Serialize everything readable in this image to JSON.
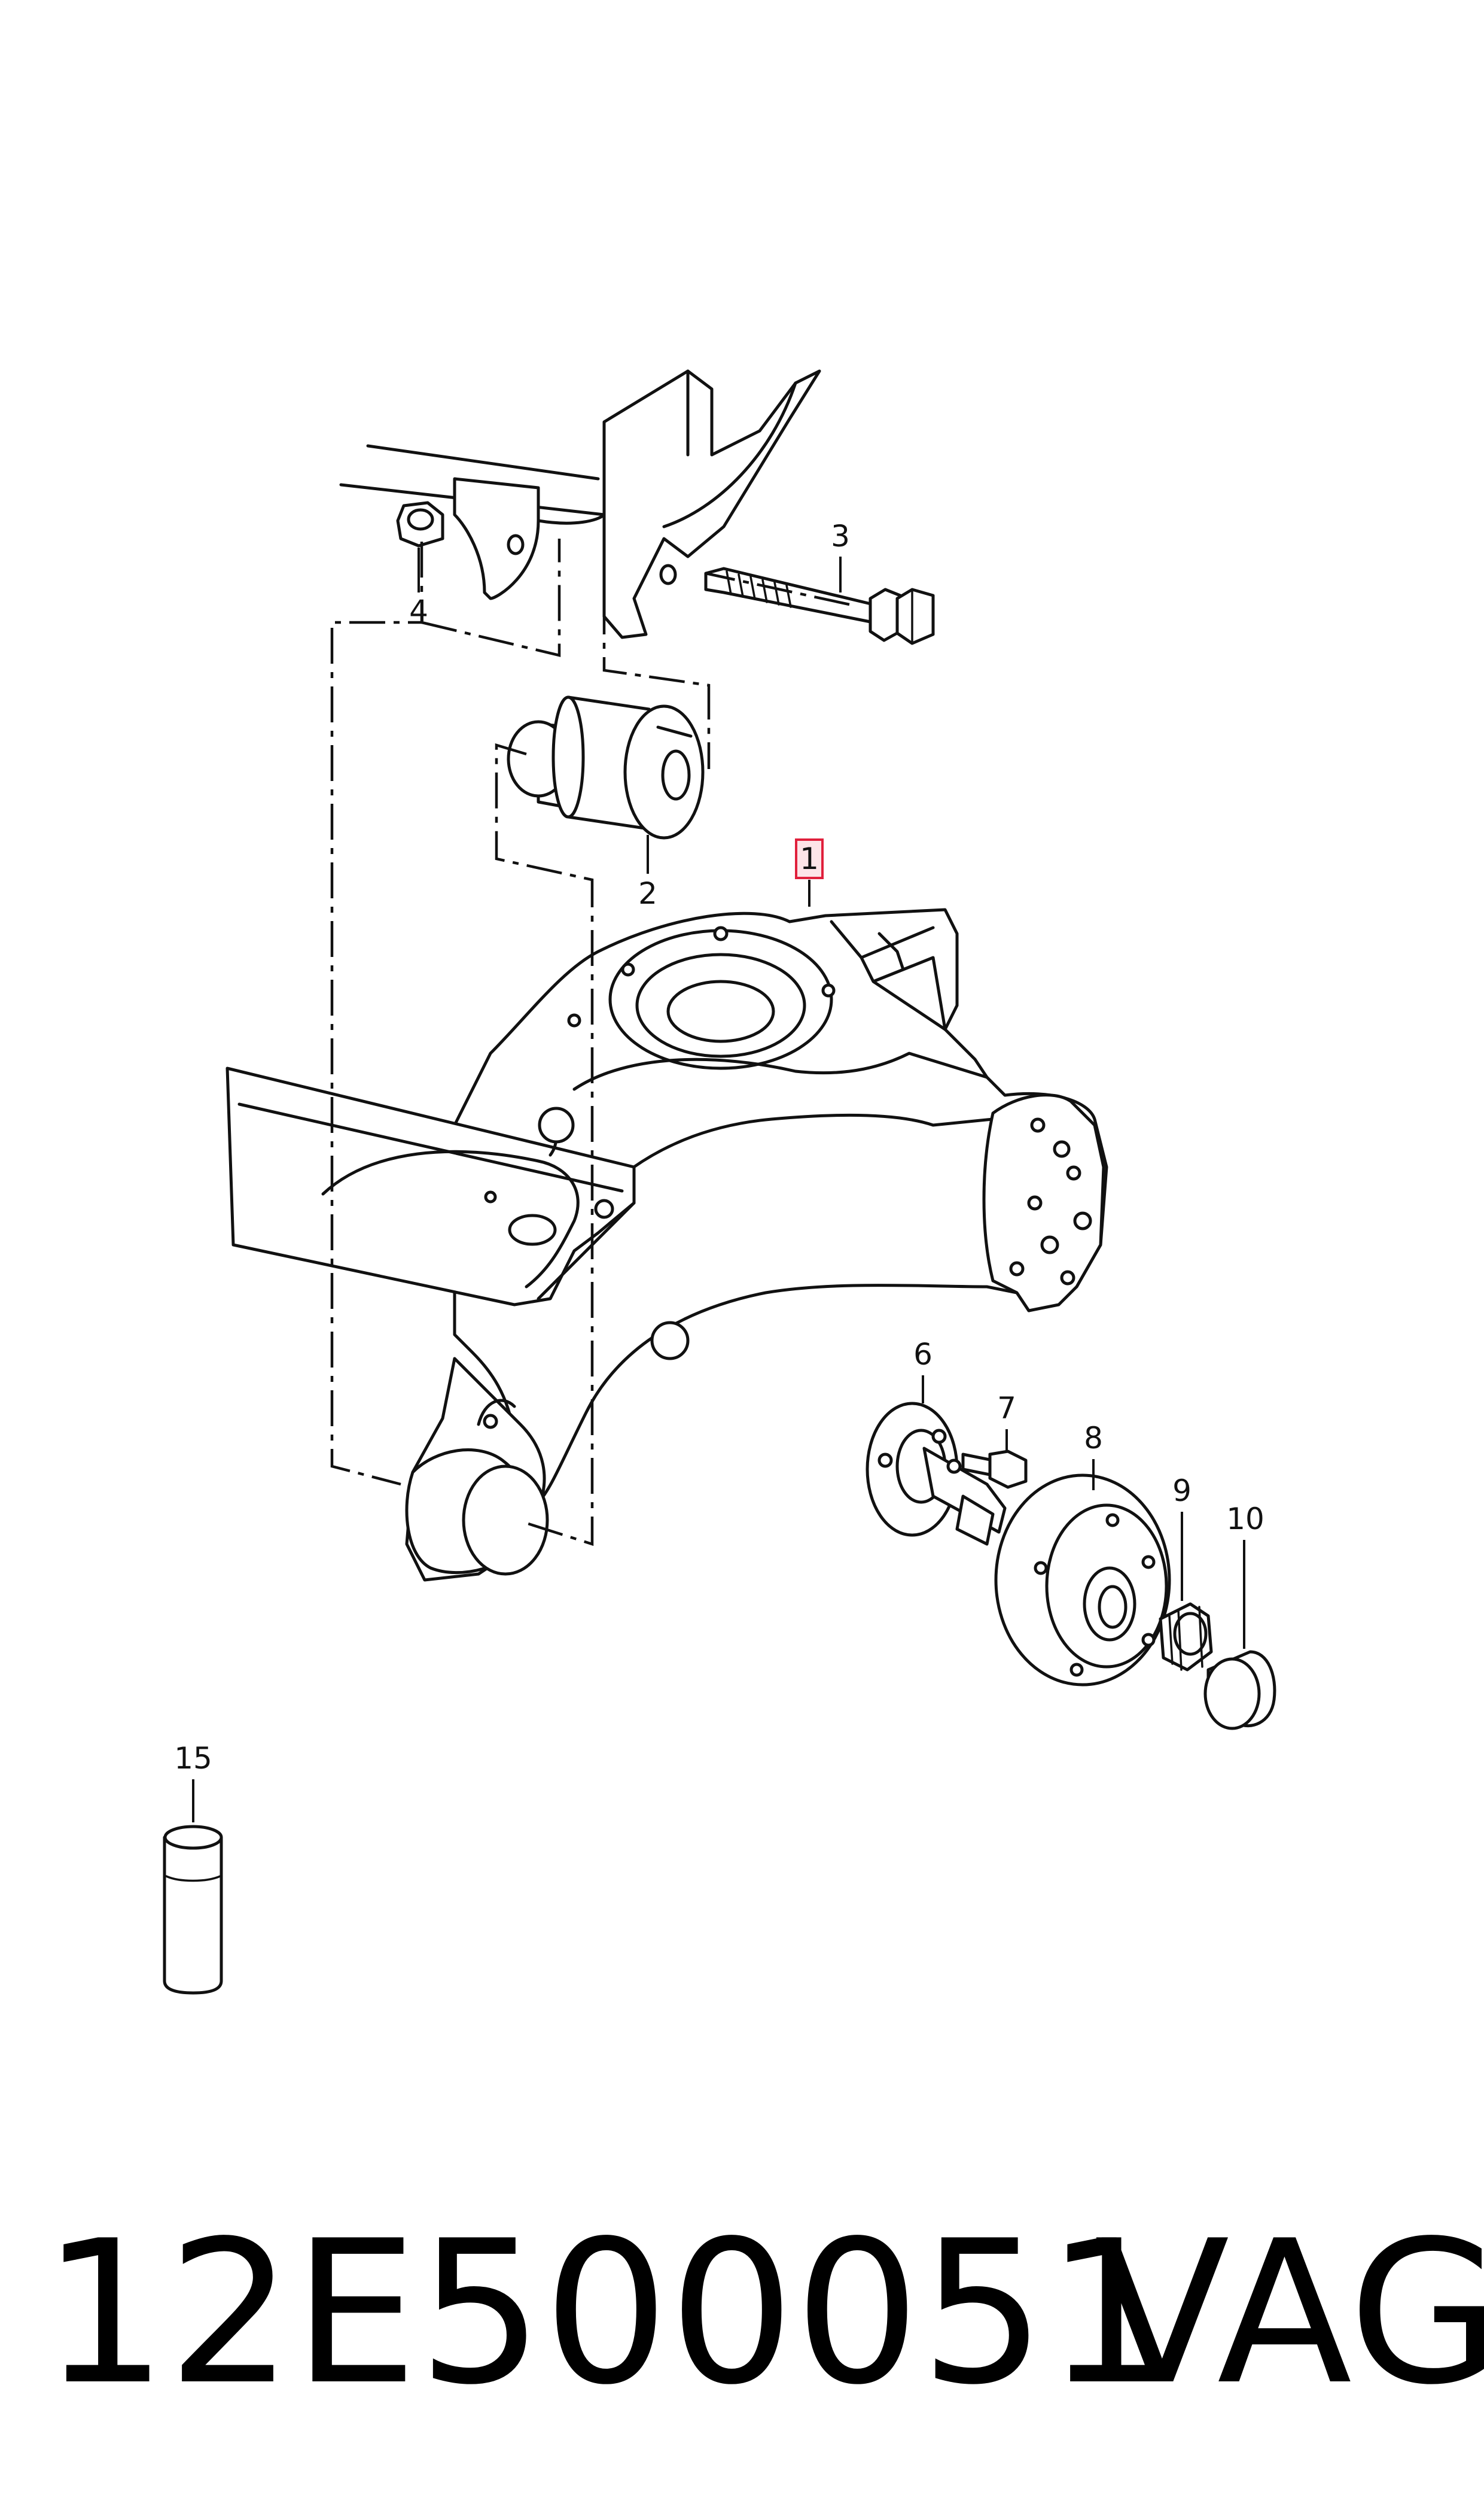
{
  "diagram": {
    "callouts": [
      {
        "id": "1",
        "highlighted": true
      },
      {
        "id": "2"
      },
      {
        "id": "3"
      },
      {
        "id": "4"
      },
      {
        "id": "6"
      },
      {
        "id": "7"
      },
      {
        "id": "8"
      },
      {
        "id": "9"
      },
      {
        "id": "10"
      },
      {
        "id": "15"
      }
    ],
    "highlight_color": "#e0203c"
  },
  "caption": {
    "part_number": "12E500051",
    "brand": "VAG"
  }
}
